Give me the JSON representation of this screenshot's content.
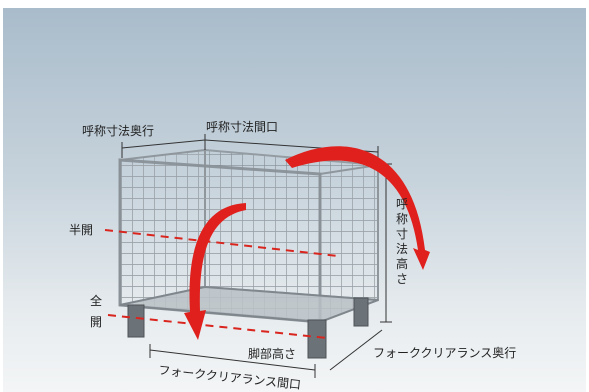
{
  "labels": {
    "nominal_depth": "呼称寸法奥行",
    "nominal_width": "呼称寸法間口",
    "nominal_height": "呼称寸法高さ",
    "half_open": "半開",
    "full_open": "全開",
    "leg_height": "脚部高さ",
    "fork_clearance_depth": "フォーククリアランス奥行",
    "fork_clearance_width": "フォーククリアランス間口"
  },
  "colors": {
    "arrow": "#e0201c",
    "dash": "#d9251e",
    "dimension_line": "#333333"
  }
}
